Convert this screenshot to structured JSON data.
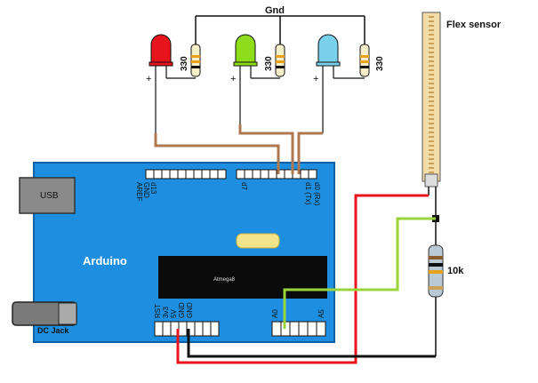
{
  "labels": {
    "gnd": "Gnd",
    "flex_sensor": "Flex sensor",
    "resistor_10k": "10k",
    "led_resistor": "330",
    "usb": "USB",
    "dc_jack": "DC Jack",
    "board": "Arduino",
    "chip": "Atmega8",
    "pin_d13": "d13",
    "pin_gnd_top": "GND",
    "pin_aref": "AREF",
    "pin_d7": "d7",
    "pin_d1": "d1 (Tx)",
    "pin_d0": "d0 (Rx)",
    "pin_rst": "RST",
    "pin_3v3": "3v3",
    "pin_5v": "5V",
    "pin_gnd1": "GND",
    "pin_gnd2": "GND",
    "pin_a0": "A0",
    "pin_a5": "A5",
    "plus": "+"
  },
  "leds": [
    {
      "name": "red-led",
      "color": "#e8141c"
    },
    {
      "name": "green-led",
      "color": "#8fdc1a"
    },
    {
      "name": "blue-led",
      "color": "#79d0ea"
    }
  ],
  "colors": {
    "board": "#1e8fe0",
    "board_border": "#0a5fa5",
    "header": "#ffffff",
    "wire_brown": "#b07850",
    "wire_red": "#e8141c",
    "wire_green": "#9ad43a",
    "wire_black": "#111111",
    "flex": "#f2dca8"
  }
}
